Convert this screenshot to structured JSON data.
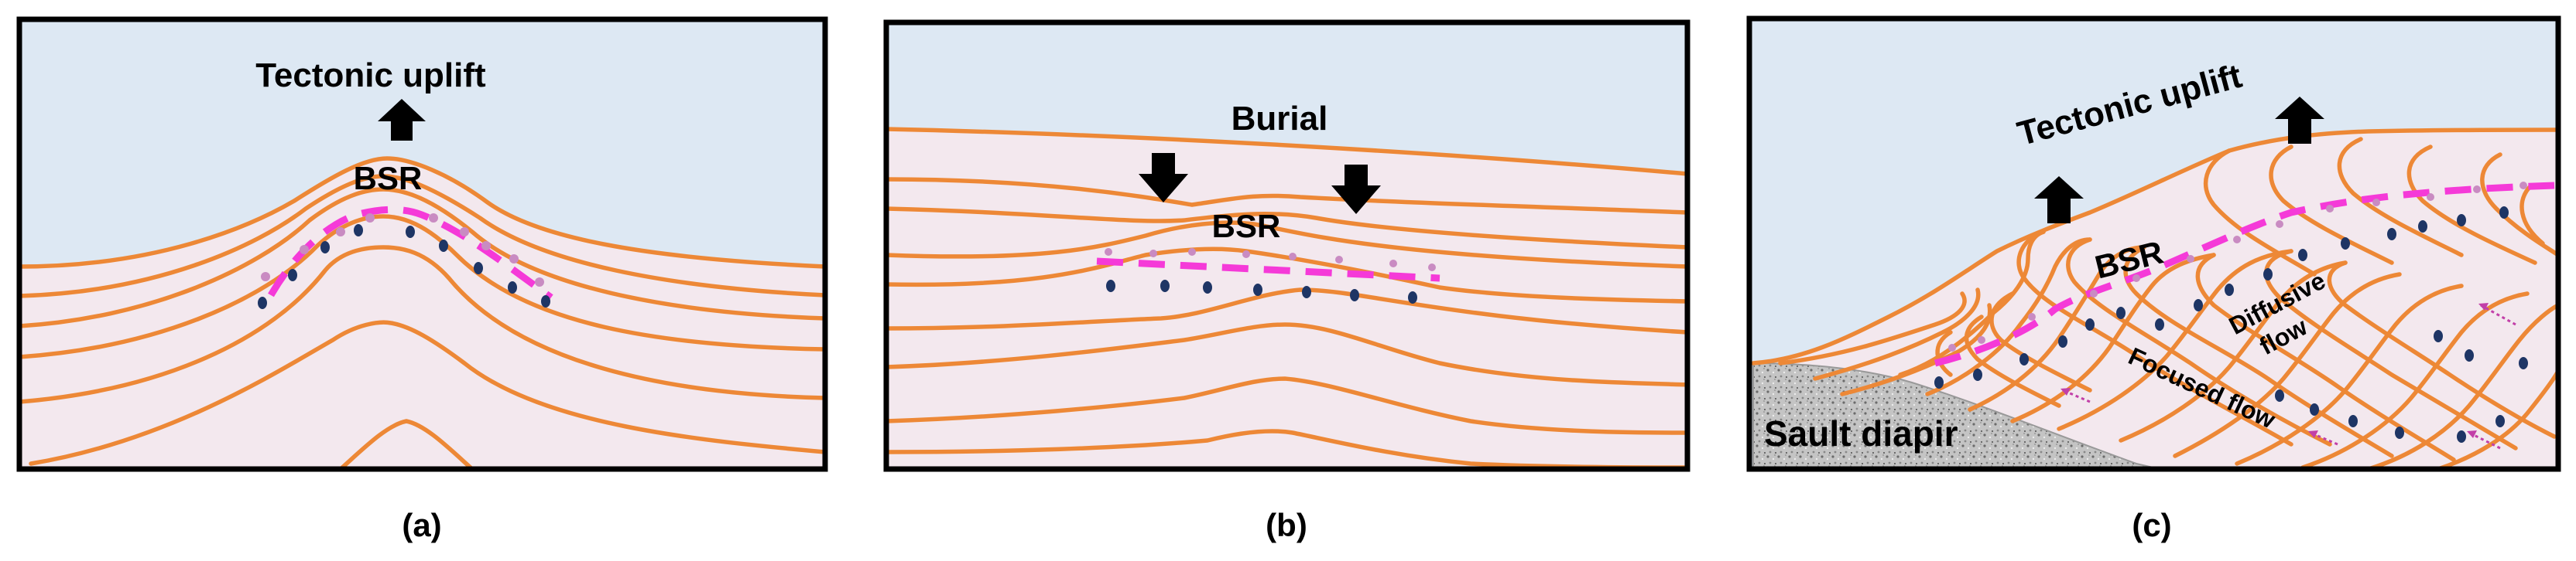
{
  "colors": {
    "sky": "#DDE8F3",
    "sediment": "#F3E8EE",
    "layer_line": "#ED8836",
    "bsr_dash": "#F53AD8",
    "dot_blue": "#1E3565",
    "dot_pink": "#C98BC2",
    "salt": "#BDBDBD",
    "frame": "#000000"
  },
  "panels": [
    {
      "caption": "(a)",
      "labels": {
        "title": "Tectonic uplift",
        "bsr": "BSR"
      },
      "arrows": [
        "up"
      ]
    },
    {
      "caption": "(b)",
      "labels": {
        "title": "Burial",
        "bsr": "BSR"
      },
      "arrows": [
        "down",
        "down"
      ]
    },
    {
      "caption": "(c)",
      "labels": {
        "title": "Tectonic uplift",
        "bsr": "BSR",
        "salt": "Sault diapir",
        "diffusive_1": "Diffusive",
        "diffusive_2": "flow",
        "focused": "Focused flow"
      },
      "arrows": [
        "up",
        "up"
      ]
    }
  ]
}
